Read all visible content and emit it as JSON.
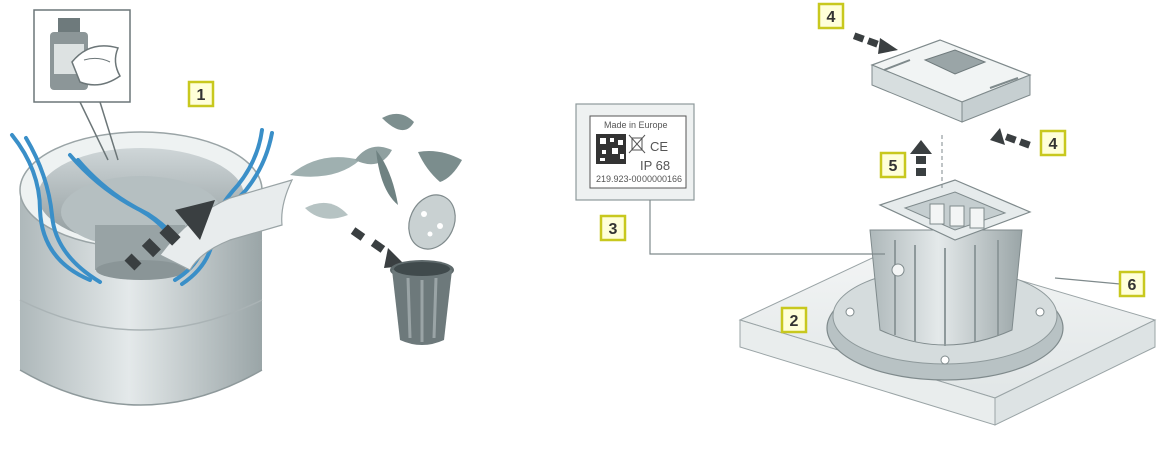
{
  "callouts": {
    "c1": "1",
    "c2": "2",
    "c3": "3",
    "c4_top": "4",
    "c4_right": "4",
    "c5": "5",
    "c6": "6"
  },
  "product_label": {
    "made_in": "Made in Europe",
    "ip_rating": "IP 68",
    "ce_mark": "CE",
    "article_no": "219.923-00",
    "serial_no": "00000166"
  },
  "colors": {
    "callout_border": "#c8c81e",
    "callout_fill": "#ffffd9",
    "cable": "#3a8fc8",
    "metal": "#c8d0d2",
    "metal_dark": "#8c9698",
    "leaf": "#8a9a9a"
  },
  "icons": {
    "bottle": "cleaning-bottle-icon",
    "cloth": "cleaning-cloth-icon",
    "trash": "trash-bin-icon"
  }
}
